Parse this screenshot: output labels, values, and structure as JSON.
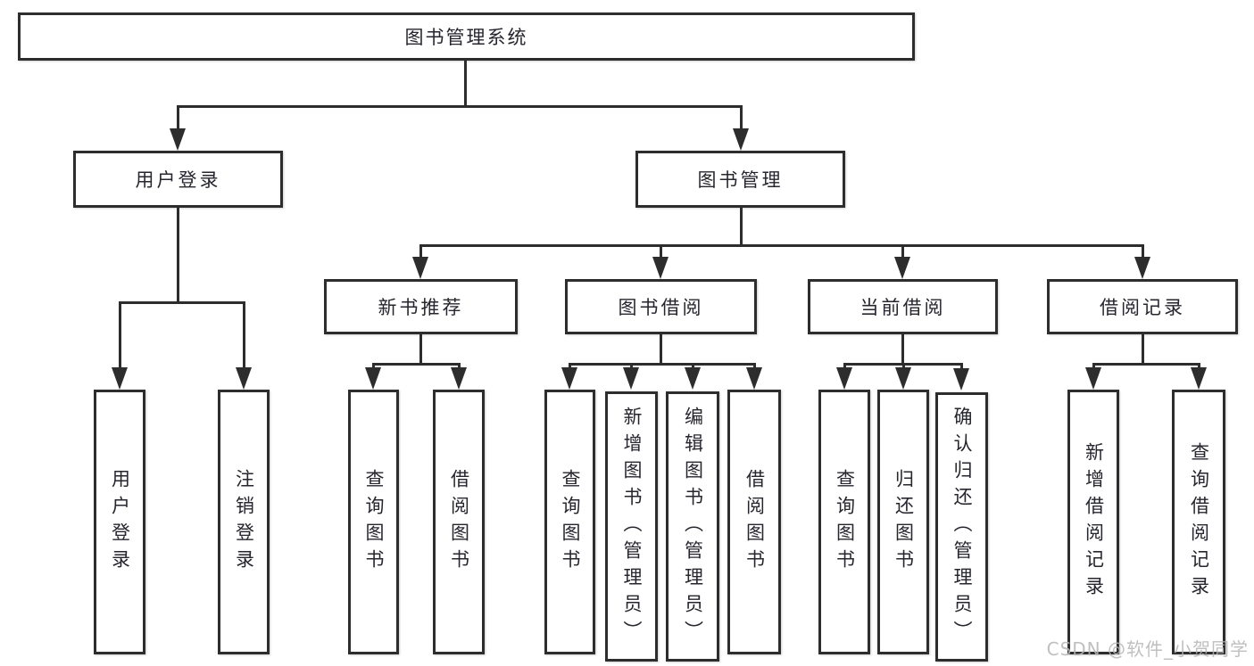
{
  "diagram": {
    "root": "图书管理系统",
    "level2": {
      "user_login": "用户登录",
      "book_management": "图书管理"
    },
    "level3": {
      "new_book_recommend": "新书推荐",
      "book_borrow": "图书借阅",
      "current_borrow": "当前借阅",
      "borrow_records": "借阅记录"
    },
    "leaves": {
      "user_login": "用户登录",
      "logout": "注销登录",
      "recommend_query_book": "查询图书",
      "recommend_borrow_book": "借阅图书",
      "borrow_query_book": "查询图书",
      "borrow_add_book": "新增图书（管理员）",
      "borrow_edit_book": "编辑图书（管理员）",
      "borrow_borrow_book": "借阅图书",
      "current_query_book": "查询图书",
      "current_return_book": "归还图书",
      "current_confirm_return": "确认归还（管理员）",
      "records_add_record": "新增借阅记录",
      "records_query_record": "查询借阅记录"
    },
    "watermark": "CSDN @软件_小贺同学",
    "colors": {
      "line": "#2d2d2d",
      "text": "#26262e",
      "watermark": "#b5b5b5",
      "background": "#ffffff"
    }
  }
}
